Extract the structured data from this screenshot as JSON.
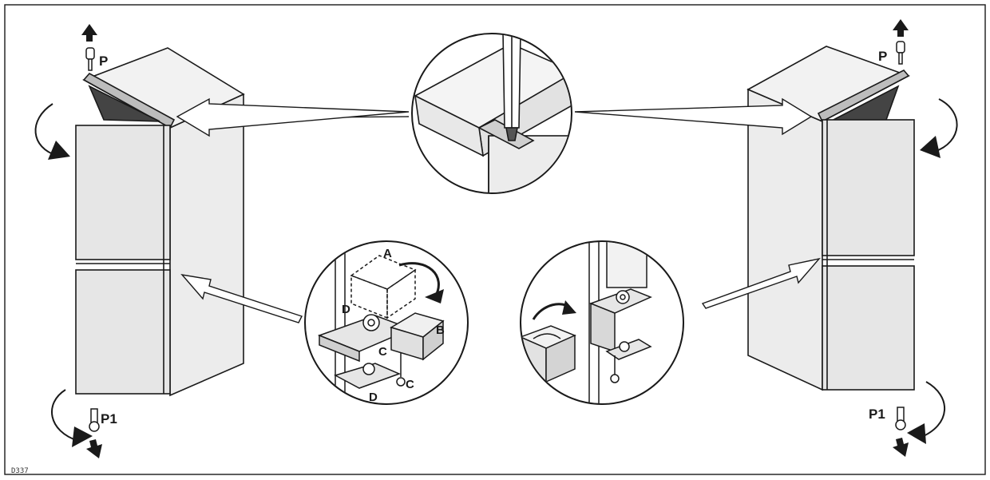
{
  "diagram": {
    "code": "D337",
    "labels": {
      "p_left": "P",
      "p_right": "P",
      "p1_left": "P1",
      "p1_right": "P1",
      "a": "A",
      "b": "B",
      "c1": "C",
      "c2": "C",
      "d1": "D",
      "d2": "D"
    }
  },
  "colors": {
    "stroke": "#1a1a1a",
    "panel": "#e6e6e6",
    "panel_dark": "#cfcfcf",
    "background": "#ffffff"
  }
}
